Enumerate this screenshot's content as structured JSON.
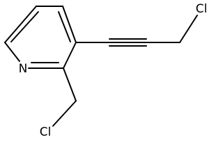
{
  "structure": {
    "atoms": {
      "nitrogen": "N",
      "chlorine_top": "Cl",
      "chlorine_bottom": "Cl"
    },
    "colors": {
      "bond": "#000000",
      "label": "#000000",
      "background": "#ffffff"
    }
  }
}
